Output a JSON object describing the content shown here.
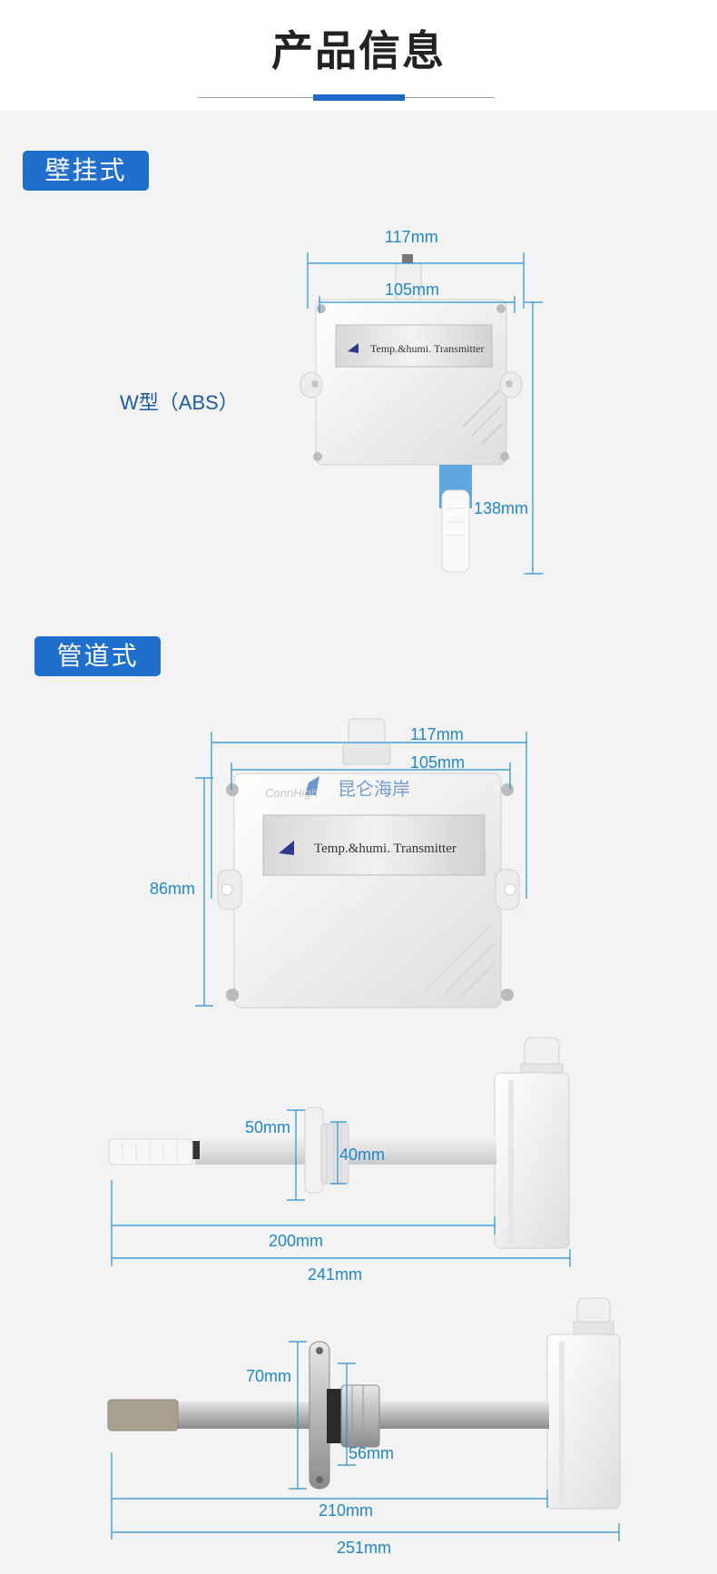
{
  "header": {
    "title": "产品信息"
  },
  "sections": [
    {
      "tag": "壁挂式",
      "model": "W型（ABS）"
    },
    {
      "tag": "管道式"
    }
  ],
  "dims": {
    "wall_width_outer": "117mm",
    "wall_width_inner": "105mm",
    "wall_height": "138mm",
    "duct_width_outer": "117mm",
    "duct_width_inner": "105mm",
    "duct_height": "86mm",
    "probe1_flange": "50mm",
    "probe1_thread": "40mm",
    "probe1_len": "200mm",
    "probe1_total": "241mm",
    "probe2_flange": "70mm",
    "probe2_thread": "56mm",
    "probe2_len": "210mm",
    "probe2_total": "251mm"
  },
  "label": {
    "text": "Temp.&humi. Transmitter",
    "brand": "昆仑海岸",
    "brand_en": "ConnHigh"
  },
  "colors": {
    "accent": "#1f6fcf",
    "dimension": "#1e88c8"
  }
}
